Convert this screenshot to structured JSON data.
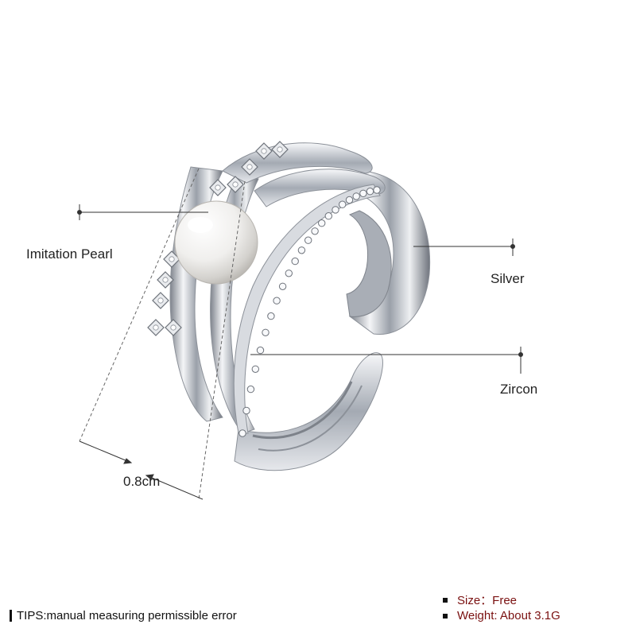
{
  "labels": {
    "pearl": "Imitation Pearl",
    "silver": "Silver",
    "zircon": "Zircon",
    "width": "0.8cm"
  },
  "tips": "TIPS:manual measuring permissible error",
  "specs": {
    "size": "Size：Free",
    "weight": "Weight: About 3.1G"
  },
  "colors": {
    "spec_text": "#7a1010",
    "metal": "#c9ccd2",
    "pearl": "#f2f1ef"
  }
}
